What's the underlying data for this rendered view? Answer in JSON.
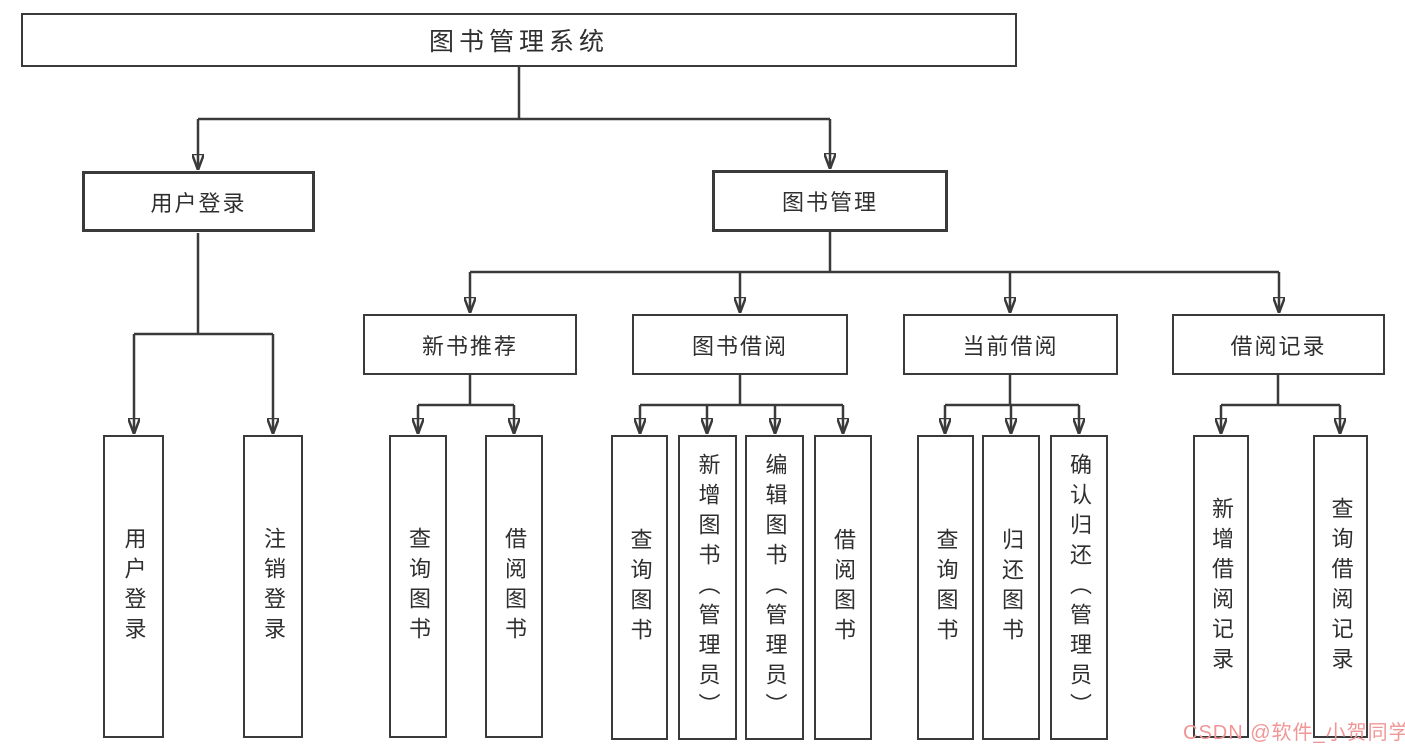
{
  "diagram": {
    "type": "hierarchy-diagram",
    "title": "图书管理系统"
  },
  "colors": {
    "line": "#3a3a3a",
    "text": "#2f2f2f",
    "background": "#ffffff",
    "watermark": "#f09696"
  },
  "nodes": {
    "root": "图书管理系统",
    "level2": [
      "用户登录",
      "图书管理"
    ],
    "level3": [
      "新书推荐",
      "图书借阅",
      "当前借阅",
      "借阅记录"
    ],
    "leaves": [
      "用户登录",
      "注销登录",
      "查询图书",
      "借阅图书",
      "查询图书",
      "新增图书（管理员）",
      "编辑图书（管理员）",
      "借阅图书",
      "查询图书",
      "归还图书",
      "确认归还（管理员）",
      "新增借阅记录",
      "查询借阅记录"
    ]
  },
  "hierarchy": {
    "图书管理系统": {
      "用户登录": [
        "用户登录",
        "注销登录"
      ],
      "图书管理": {
        "新书推荐": [
          "查询图书",
          "借阅图书"
        ],
        "图书借阅": [
          "查询图书",
          "新增图书（管理员）",
          "编辑图书（管理员）",
          "借阅图书"
        ],
        "当前借阅": [
          "查询图书",
          "归还图书",
          "确认归还（管理员）"
        ],
        "借阅记录": [
          "新增借阅记录",
          "查询借阅记录"
        ]
      }
    }
  },
  "watermark": "CSDN @软件_小贺同学"
}
